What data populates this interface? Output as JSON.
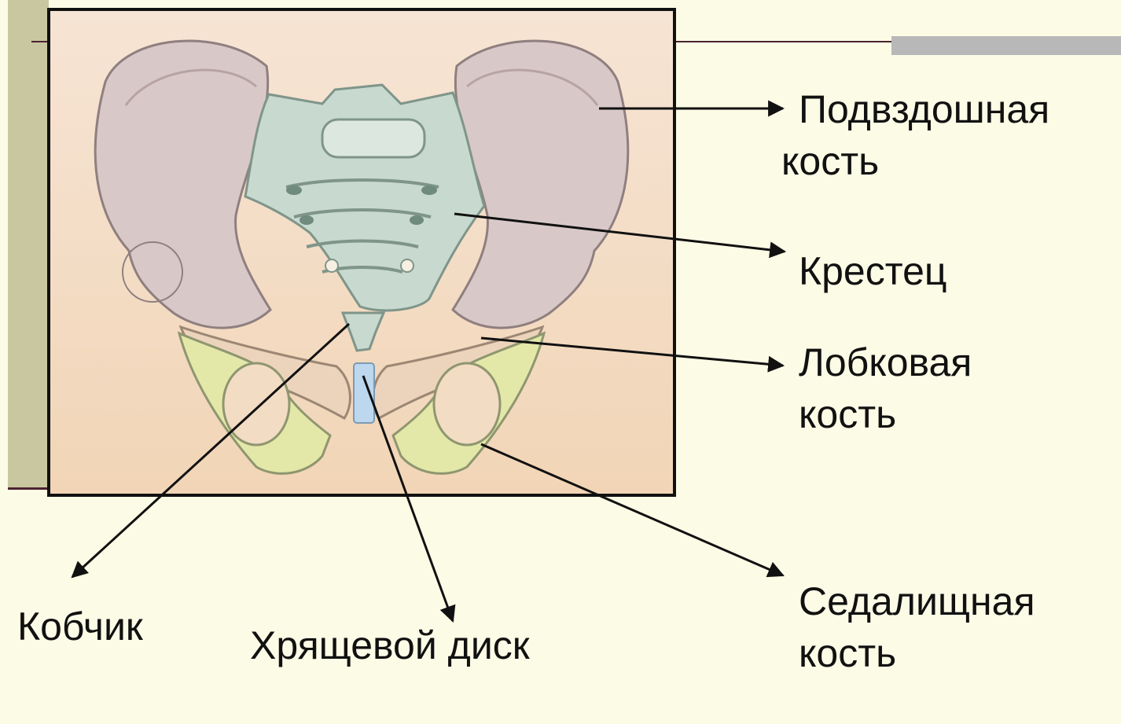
{
  "labels": {
    "ilium": {
      "line1": "Подвздошная",
      "line2": "кость"
    },
    "sacrum": {
      "line1": "Крестец"
    },
    "pubis": {
      "line1": "Лобковая",
      "line2": "кость"
    },
    "ischium": {
      "line1": "Седалищная",
      "line2": "кость"
    },
    "coccyx": {
      "line1": "Кобчик"
    },
    "disc": {
      "line1": "Хрящевой диск"
    }
  },
  "colors": {
    "background": "#fcfbe6",
    "ilium": "#d9c8c8",
    "sacrum": "#c8d9cf",
    "pubis": "#ecd4bc",
    "ischium": "#e3e8a8",
    "disc": "#bcd7ee",
    "arrow": "#111111"
  }
}
